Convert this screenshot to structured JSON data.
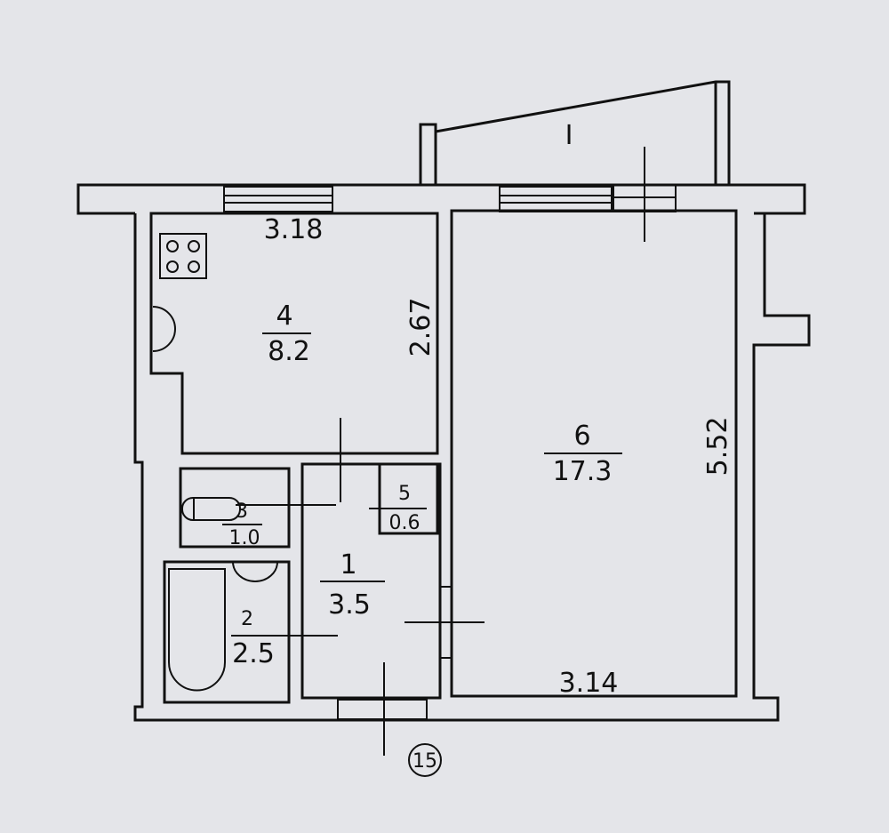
{
  "rooms": [
    {
      "number": "4",
      "area": "8.2"
    },
    {
      "number": "6",
      "area": "17.3"
    },
    {
      "number": "3",
      "area": "1.0"
    },
    {
      "number": "5",
      "area": "0.6"
    },
    {
      "number": "1",
      "area": "3.5"
    },
    {
      "number": "2",
      "area": "2.5"
    }
  ],
  "balcony_label": "I",
  "dimensions": {
    "kitchen_width": "3.18",
    "kitchen_length": "2.67",
    "room_length": "5.52",
    "room_width": "3.14"
  },
  "apartment_number": "15"
}
